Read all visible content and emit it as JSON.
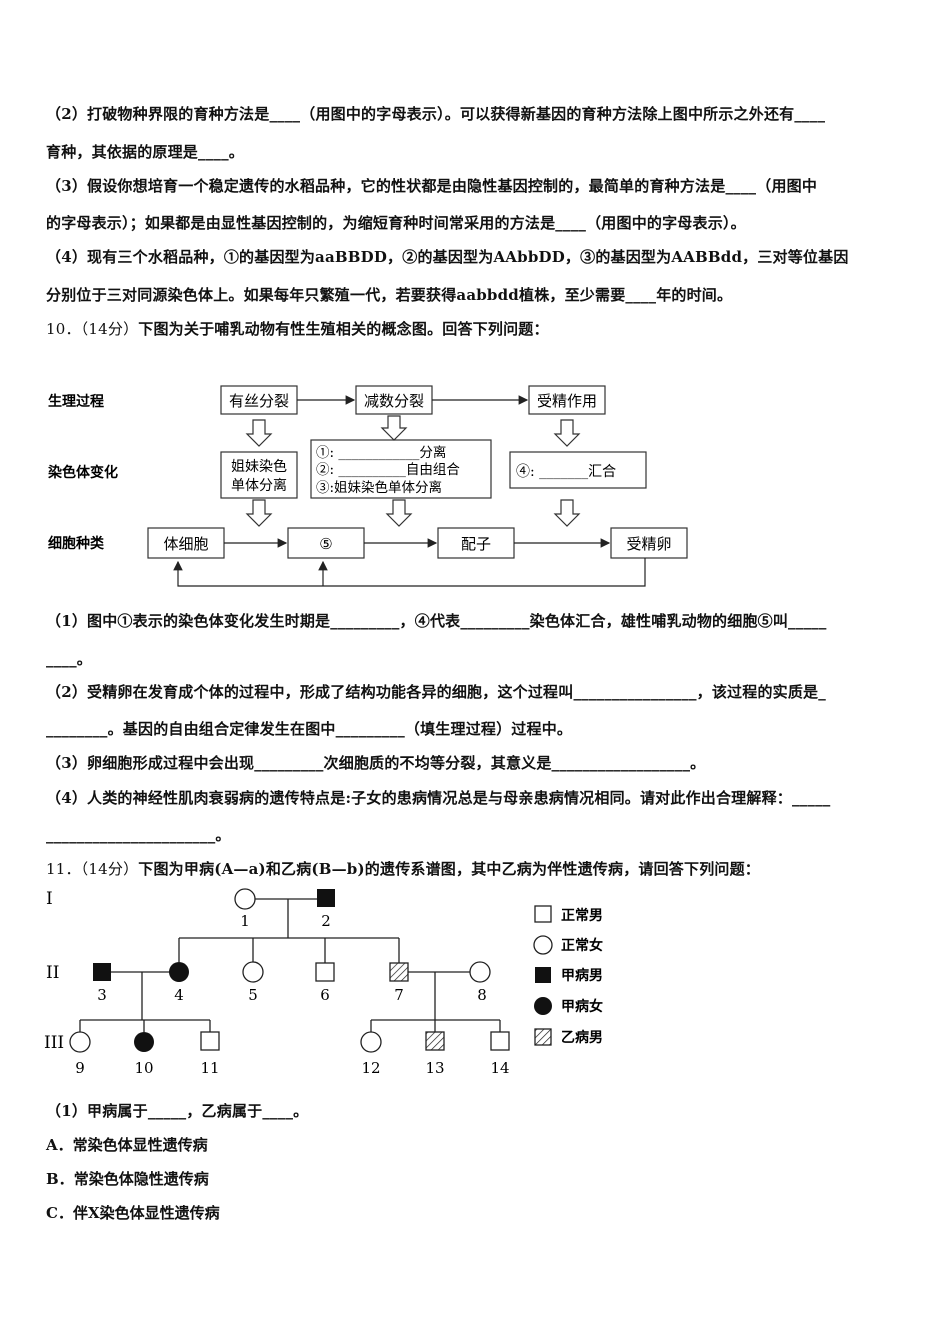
{
  "q9": {
    "p2_l1": "（2）打破物种界限的育种方法是____（用图中的字母表示）。可以获得新基因的育种方法除上图中所示之外还有____",
    "p2_l2": "育种，其依据的原理是____。",
    "p3_l1": "（3）假设你想培育一个稳定遗传的水稻品种，它的性状都是由隐性基因控制的，最简单的育种方法是____（用图中",
    "p3_l2": "的字母表示）；如果都是由显性基因控制的，为缩短育种时间常采用的方法是____（用图中的字母表示）。",
    "p4_l1": "（4）现有三个水稻品种，①的基因型为aaBBDD，②的基因型为AAbbDD，③的基因型为AABBdd，三对等位基因",
    "p4_l2": "分别位于三对同源染色体上。如果每年只繁殖一代，若要获得aabbdd植株，至少需要____年的时间。"
  },
  "q10": {
    "head_num": "10．（14分）",
    "head_text": "下图为关于哺乳动物有性生殖相关的概念图。回答下列问题：",
    "diagram": {
      "row_labels": [
        "生理过程",
        "染色体变化",
        "细胞种类"
      ],
      "processes": [
        "有丝分裂",
        "减数分裂",
        "受精作用"
      ],
      "mitosis_change": [
        "姐妹染色",
        "单体分离"
      ],
      "meiosis_changes": [
        "①: ____________分离",
        "②: __________自由组合",
        "③:姐妹染色单体分离"
      ],
      "fert_change": "④: _______汇合",
      "cells": [
        "体细胞",
        "⑤",
        "配子",
        "受精卵"
      ]
    },
    "p1_l1": "（1）图中①表示的染色体变化发生时期是_________，④代表_________染色体汇合，雄性哺乳动物的细胞⑤叫_____",
    "p1_l2": "____。",
    "p2_l1": "（2）受精卵在发育成个体的过程中，形成了结构功能各异的细胞，这个过程叫________________，该过程的实质是_",
    "p2_l2": "________。基因的自由组合定律发生在图中_________（填生理过程）过程中。",
    "p3": "（3）卵细胞形成过程中会出现_________次细胞质的不均等分裂，其意义是__________________。",
    "p4_l1": "（4）人类的神经性肌肉衰弱病的遗传特点是:子女的患病情况总是与母亲患病情况相同。请对此作出合理解释：_____",
    "p4_l2": "______________________。"
  },
  "q11": {
    "head_num": "11．（14分）",
    "head_text": "下图为甲病(A—a)和乙病(B—b)的遗传系谱图，其中乙病为伴性遗传病，请回答下列问题：",
    "pedigree": {
      "generations": [
        "I",
        "II",
        "III"
      ],
      "individuals": [
        "1",
        "2",
        "3",
        "4",
        "5",
        "6",
        "7",
        "8",
        "9",
        "10",
        "11",
        "12",
        "13",
        "14"
      ],
      "legend": [
        "正常男",
        "正常女",
        "甲病男",
        "甲病女",
        "乙病男"
      ]
    },
    "p1": "（1）甲病属于_____，乙病属于____。",
    "options": [
      {
        "label": "A．",
        "text": "常染色体显性遗传病"
      },
      {
        "label": "B．",
        "text": "常染色体隐性遗传病"
      },
      {
        "label": "C．",
        "text": "伴X染色体显性遗传病"
      }
    ]
  }
}
